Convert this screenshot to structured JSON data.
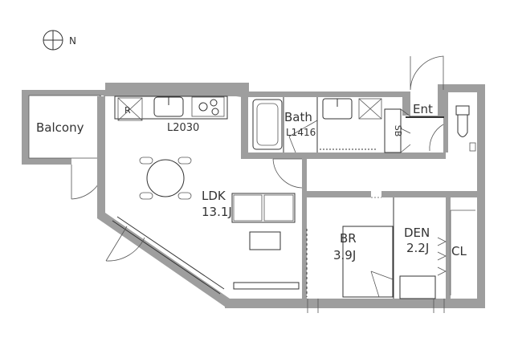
{
  "compass": {
    "north_label": "N",
    "icon": "compass-north-icon"
  },
  "rooms": {
    "balcony": {
      "label": "Balcony"
    },
    "ldk": {
      "label": "LDK",
      "area": "13.1J"
    },
    "bath": {
      "label": "Bath",
      "size": "L1416"
    },
    "kitchen": {
      "size": "L2030"
    },
    "fridge": {
      "label": "R"
    },
    "entrance": {
      "label": "Ent"
    },
    "shoebox": {
      "label": "SB"
    },
    "bedroom": {
      "label": "BR",
      "area": "3.9J"
    },
    "den": {
      "label": "DEN",
      "area": "2.2J"
    },
    "closet": {
      "label": "CL"
    }
  },
  "colors": {
    "wall": "#9e9e9e",
    "line": "#333333",
    "background": "#ffffff"
  }
}
